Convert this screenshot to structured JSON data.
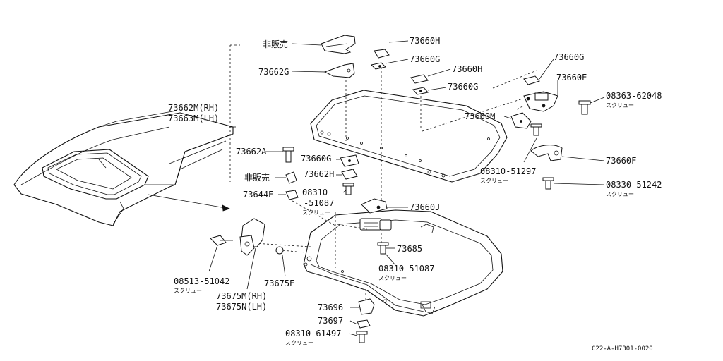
{
  "diagram_code": "C22-A-H7301-0020",
  "labels": {
    "p_hihanbai_top": "非販売",
    "p_73660H_top": "73660H",
    "p_73660G_top": "73660G",
    "p_73662G": "73662G",
    "p_73660H_mid": "73660H",
    "p_73660G_mid": "73660G",
    "p_73660G_right": "73660G",
    "p_73660E": "73660E",
    "p_08363_62048": "08363-62048",
    "p_screw_08363": "スクリュー",
    "p_73662M_RH": "73662M(RH)",
    "p_73663M_LH": "73663M(LH)",
    "p_73660M": "73660M",
    "p_73662A": "73662A",
    "p_73660G_lower": "73660G",
    "p_hihanbai_low": "非販売",
    "p_73662H": "73662H",
    "p_73644E": "73644E",
    "p_08310_51087_a1": "08310",
    "p_08310_51087_a2": "-51087",
    "p_screw_51087a": "スクリュー",
    "p_73660F": "73660F",
    "p_08310_51297": "08310-51297",
    "p_screw_51297": "スクリュー",
    "p_08330_51242": "08330-51242",
    "p_screw_51242": "スクリュー",
    "p_73660J": "73660J",
    "p_73685": "73685",
    "p_08310_51087_b": "08310-51087",
    "p_screw_51087b": "スクリュー",
    "p_08513_51042": "08513-51042",
    "p_screw_51042": "スクリュー",
    "p_73675E": "73675E",
    "p_73675M_RH": "73675M(RH)",
    "p_73675N_LH": "73675N(LH)",
    "p_73696": "73696",
    "p_73697": "73697",
    "p_08310_61497": "08310-61497",
    "p_screw_61497": "スクリュー"
  }
}
